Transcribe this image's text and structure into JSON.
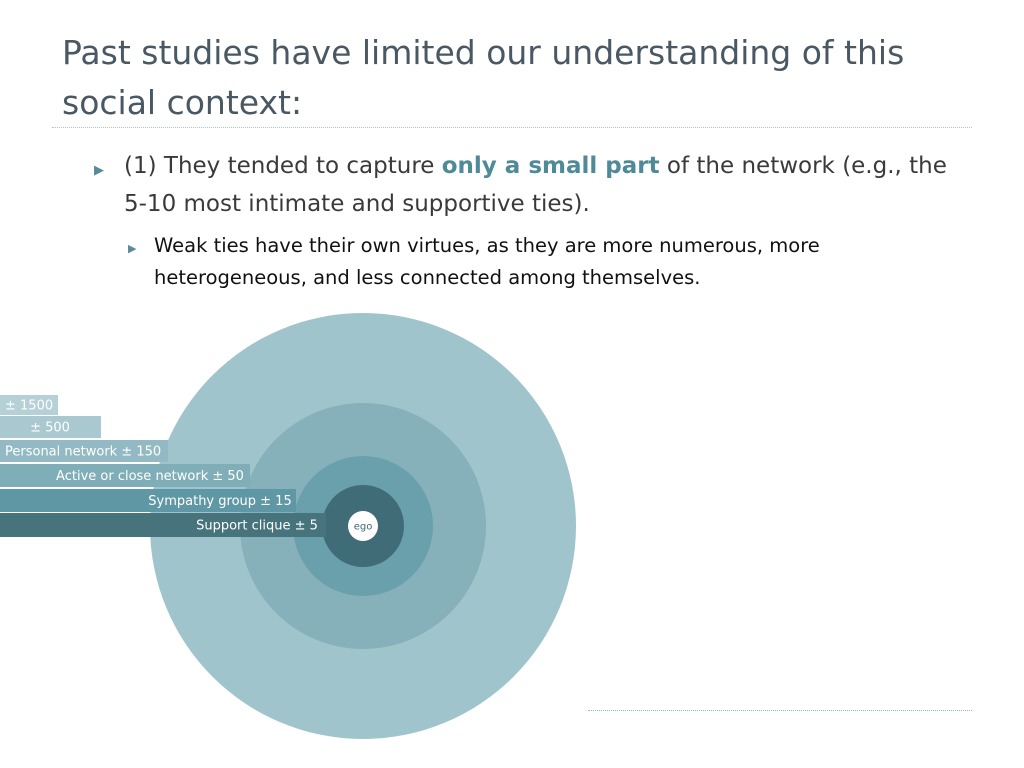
{
  "slide": {
    "title": "Past studies have limited our understanding of this social context:",
    "bullet1": {
      "prefix": "(1) They tended to capture ",
      "highlight": "only a small part",
      "suffix": " of the network (e.g., the 5-10 most intimate and supportive ties).",
      "highlight_color": "#4e8a97"
    },
    "bullet2": {
      "text": "Weak ties have their own virtues, as they are more numerous, more heterogeneous, and less connected among themselves."
    },
    "marker_icon": "triangle-right-icon"
  },
  "diagram": {
    "center_label": "ego",
    "layers": [
      {
        "label": "± 1500",
        "color": "#a9c7cf",
        "band_color": "#b6d0d7"
      },
      {
        "label": "± 500",
        "color": "#9cc1cb",
        "band_color": "#a9c8d0"
      },
      {
        "label": "Personal network ± 150",
        "color": "#8eb5c0",
        "band_color": "#93bac4"
      },
      {
        "label": "Active or close network ± 50",
        "color": "#7eaab5",
        "band_color": "#7faeb8"
      },
      {
        "label": "Sympathy group ± 15",
        "color": "#5e97a3",
        "band_color": "#5f98a4"
      },
      {
        "label": "Support clique ± 5",
        "color": "#3f6c77",
        "band_color": "#46737c"
      }
    ]
  }
}
